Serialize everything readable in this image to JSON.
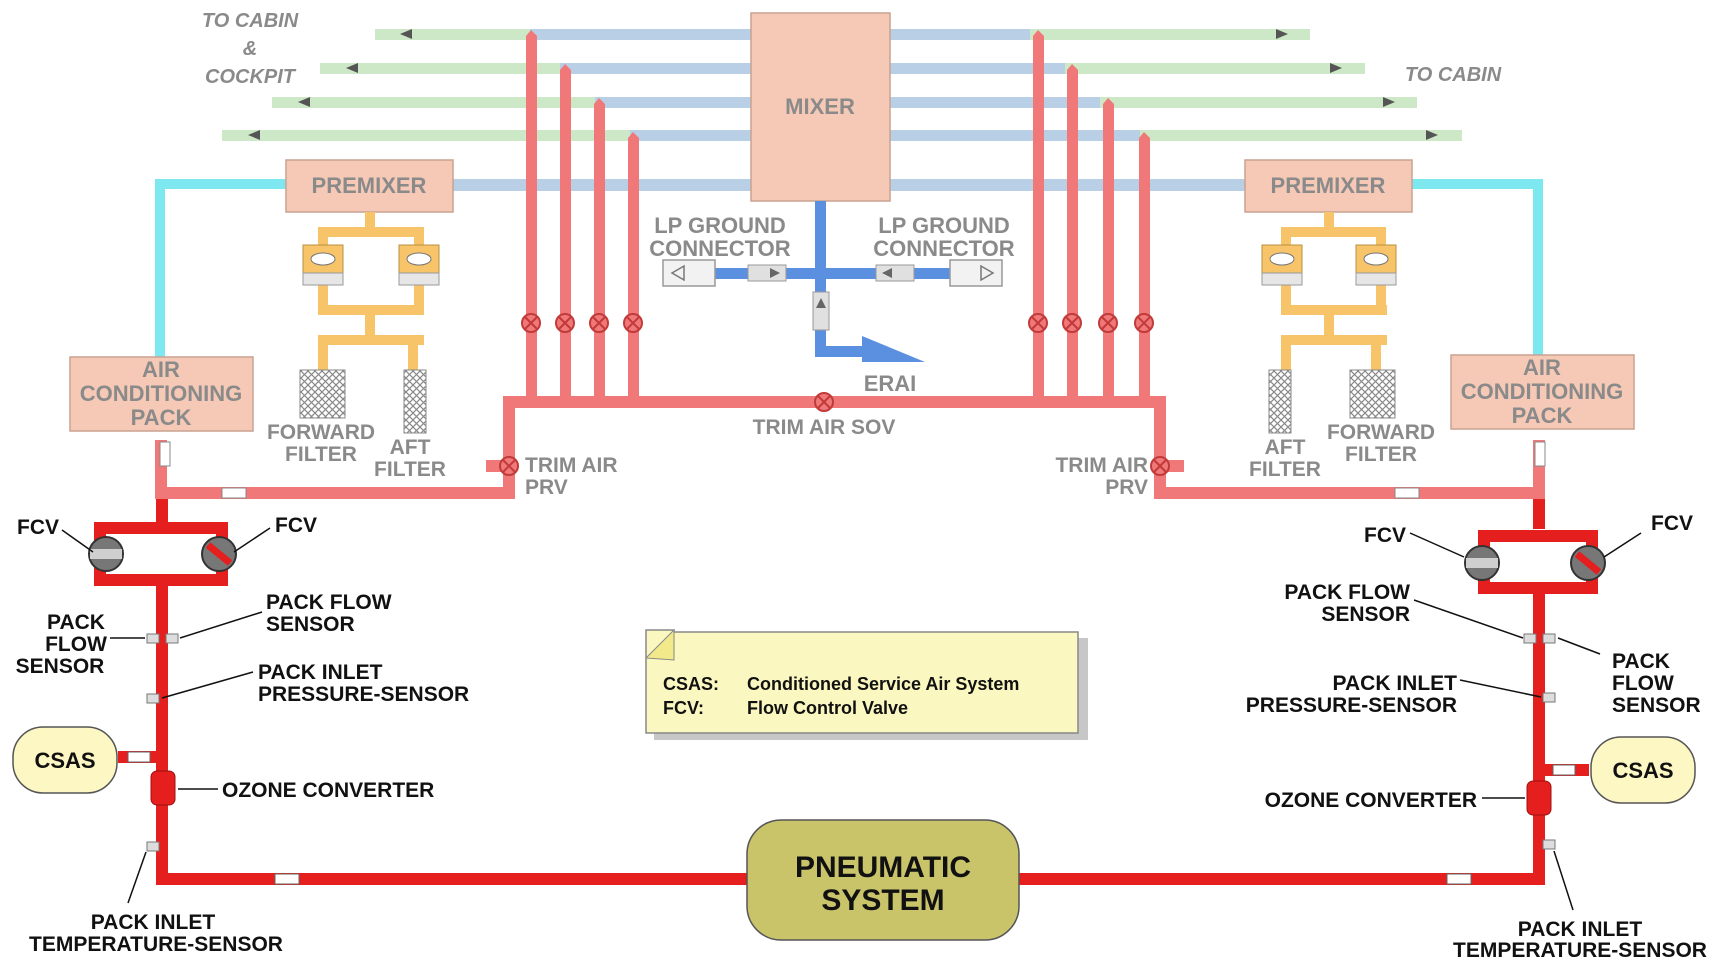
{
  "labels": {
    "to_cabin_cockpit": [
      "TO CABIN",
      "&",
      "COCKPIT"
    ],
    "to_cabin_right": "TO CABIN",
    "mixer": "MIXER",
    "premixer": "PREMIXER",
    "lp_ground_connector": [
      "LP GROUND",
      "CONNECTOR"
    ],
    "erai": "ERAI",
    "trim_air_sov": "TRIM AIR SOV",
    "trim_air_prv": [
      "TRIM AIR",
      "PRV"
    ],
    "air_conditioning_pack": [
      "AIR",
      "CONDITIONING",
      "PACK"
    ],
    "forward_filter": [
      "FORWARD",
      "FILTER"
    ],
    "aft_filter": [
      "AFT",
      "FILTER"
    ],
    "fcv": "FCV",
    "pack_flow_sensor_left": [
      "PACK",
      "FLOW",
      "SENSOR"
    ],
    "pack_flow_sensor_two_line": [
      "PACK FLOW",
      "SENSOR"
    ],
    "pack_inlet_pressure_sensor": [
      "PACK INLET",
      "PRESSURE-SENSOR"
    ],
    "csas": "CSAS",
    "ozone_converter": "OZONE CONVERTER",
    "pack_inlet_temperature_sensor": [
      "PACK INLET",
      "TEMPERATURE-SENSOR"
    ],
    "pneumatic_system": [
      "PNEUMATIC",
      "SYSTEM"
    ]
  },
  "legend": [
    {
      "abbr": "CSAS:",
      "text": "Conditioned Service Air System"
    },
    {
      "abbr": "FCV:",
      "text": "Flow Control Valve"
    }
  ],
  "colors": {
    "hot_air": "#e51e1e",
    "trim_air": "#f07878",
    "cold_air": "#7ee8f0",
    "distribution": "#b8cfe6",
    "cabin_duct": "#cde8c6",
    "box_fill": "#f5c9b6",
    "filter_manifold": "#f7c46a",
    "lp_ground": "#5b8fe0",
    "pneumatic_fill": "#c9c36a",
    "csas_fill": "#fdf7c3",
    "legend_fill": "#fbf7c0"
  }
}
